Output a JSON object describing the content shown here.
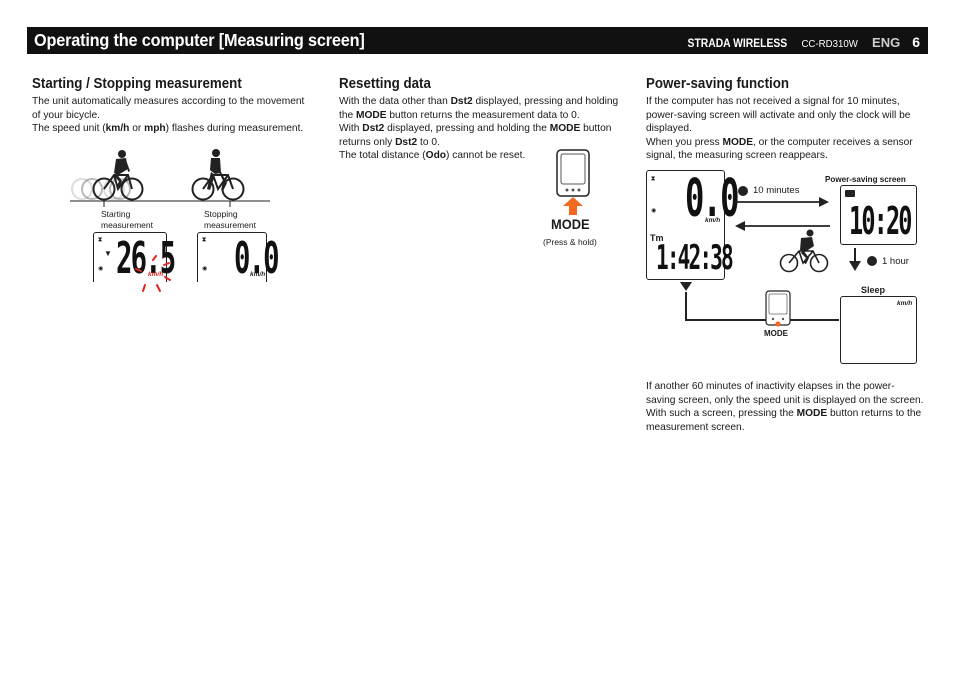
{
  "header": {
    "title": "Operating the computer [Measuring screen]",
    "brand": "STRADA WIRELESS",
    "model": "CC-RD310W",
    "lang": "ENG",
    "page": "6"
  },
  "start_stop": {
    "heading": "Starting / Stopping measurement",
    "p1a": "The unit automatically measures according to the movement",
    "p1b": "of your bicycle.",
    "p2_pre": "The speed unit (",
    "p2_kmh": "km/h",
    "p2_or": " or ",
    "p2_mph": "mph",
    "p2_post": ") flashes during measurement.",
    "label_start_1": "Starting",
    "label_start_2": "measurement",
    "label_stop_1": "Stopping",
    "label_stop_2": "measurement",
    "screen_start_digits": "26.5",
    "screen_stop_digits": "0.0",
    "unit": "km/h"
  },
  "reset": {
    "heading": "Resetting data",
    "l1_pre": "With the data other than ",
    "l1_b": "Dst2",
    "l1_post": " displayed, pressing and holding",
    "l2_pre": "the ",
    "l2_b": "MODE",
    "l2_post": " button returns the measurement data to 0.",
    "l3_pre": "With ",
    "l3_b1": "Dst2",
    "l3_mid": " displayed, pressing and holding the ",
    "l3_b2": "MODE",
    "l3_post": " button",
    "l4_pre": "returns only ",
    "l4_b": "Dst2",
    "l4_post": " to 0.",
    "l5_pre": "The total distance (",
    "l5_b": "Odo",
    "l5_post": ") cannot be reset.",
    "mode_label": "MODE",
    "press_hold": "(Press & hold)"
  },
  "power": {
    "heading": "Power-saving function",
    "p1": "If the computer has not received a signal for 10 minutes,",
    "p2": "power-saving screen will activate and only the clock will be",
    "p3": "displayed.",
    "p4_pre": "When you press ",
    "p4_b": "MODE",
    "p4_post": ", or the computer receives a sensor",
    "p5": "signal, the measuring screen reappears.",
    "ten_minutes": "10 minutes",
    "one_hour": "1 hour",
    "ps_screen_label": "Power-saving screen",
    "sleep_label": "Sleep",
    "mode_small": "MODE",
    "tm": "Tm",
    "main_speed": "0.0",
    "main_time": "1:42:38",
    "clock": "10:20",
    "unit": "km/h",
    "q1": "If another 60 minutes of inactivity elapses in the power-",
    "q2": "saving screen, only the speed unit is displayed on the screen.",
    "q3_pre": "With such a screen, pressing the ",
    "q3_b": "MODE",
    "q3_post": " button returns to the",
    "q4": "measurement screen."
  },
  "colors": {
    "accent": "#f26a1f",
    "flash": "#e8251f",
    "header_bg": "#111111"
  }
}
